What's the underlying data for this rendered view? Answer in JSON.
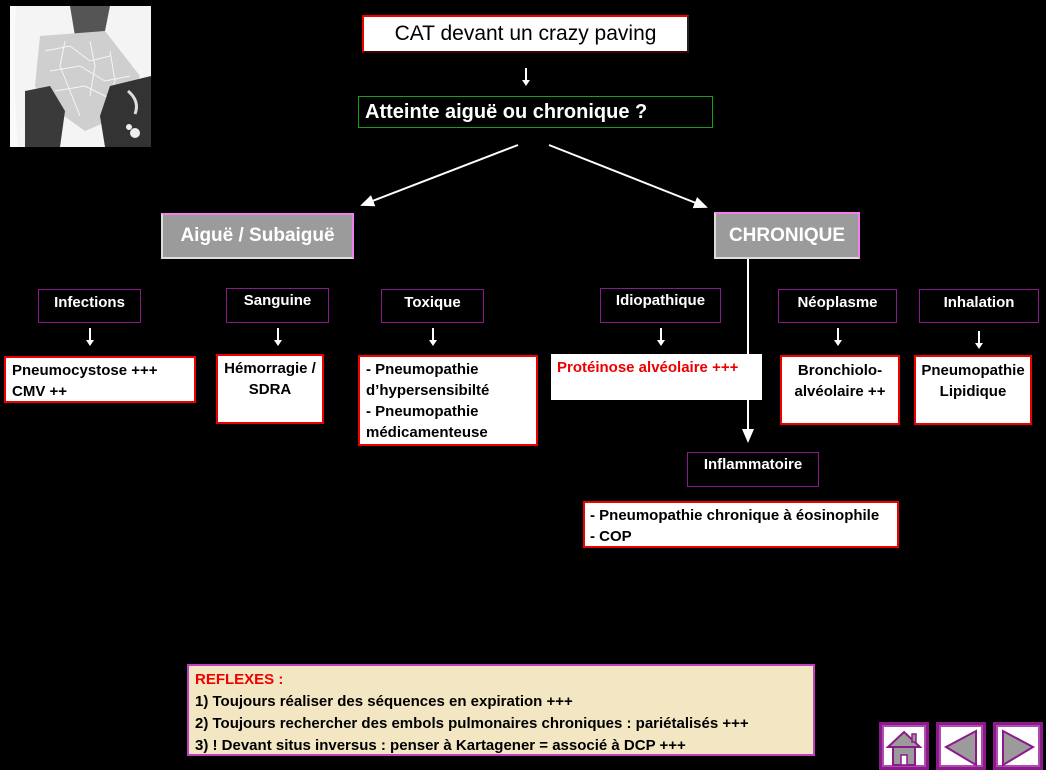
{
  "image": {
    "name": "ct-scan-crazy-paving",
    "description": "CT lung scan showing crazy paving pattern"
  },
  "title": "CAT devant un crazy paving",
  "question": "Atteinte aiguë ou chronique ?",
  "categories": {
    "aigue": "Aiguë / Subaiguë",
    "chronique": "CHRONIQUE"
  },
  "subcategories": {
    "infections": {
      "label": "Infections",
      "result": [
        "Pneumocystose +++",
        "CMV ++"
      ]
    },
    "sanguine": {
      "label": "Sanguine",
      "result": [
        "Hémorragie /",
        "SDRA"
      ]
    },
    "toxique": {
      "label": "Toxique",
      "result": [
        "- Pneumopathie",
        "d’hypersensibilté",
        "- Pneumopathie",
        "médicamenteuse"
      ]
    },
    "idiopathique": {
      "label": "Idiopathique",
      "result": [
        "Protéinose alvéolaire +++"
      ]
    },
    "neoplasme": {
      "label": "Néoplasme",
      "result": [
        "Bronchiolo-",
        "alvéolaire ++"
      ]
    },
    "inhalation": {
      "label": "Inhalation",
      "result": [
        "Pneumopathie",
        "Lipidique"
      ]
    },
    "inflammatoire": {
      "label": "Inflammatoire",
      "result": [
        "- Pneumopathie chronique à éosinophile",
        "- COP"
      ]
    }
  },
  "reflexes": {
    "heading": "REFLEXES :",
    "items": [
      "1) Toujours réaliser des séquences en expiration +++",
      "2) Toujours rechercher des embols pulmonaires chroniques : pariétalisés +++",
      "3) ! Devant situs inversus : penser à Kartagener = associé à DCP +++"
    ]
  },
  "nav": {
    "home": "home-icon",
    "prev": "previous-icon",
    "next": "next-icon"
  },
  "colors": {
    "accent_red": "#e00000",
    "purple": "#8b1b8b",
    "green": "#1a9e1a",
    "gray": "#9b9b9b",
    "reflex_bg": "#f2e6c3"
  }
}
